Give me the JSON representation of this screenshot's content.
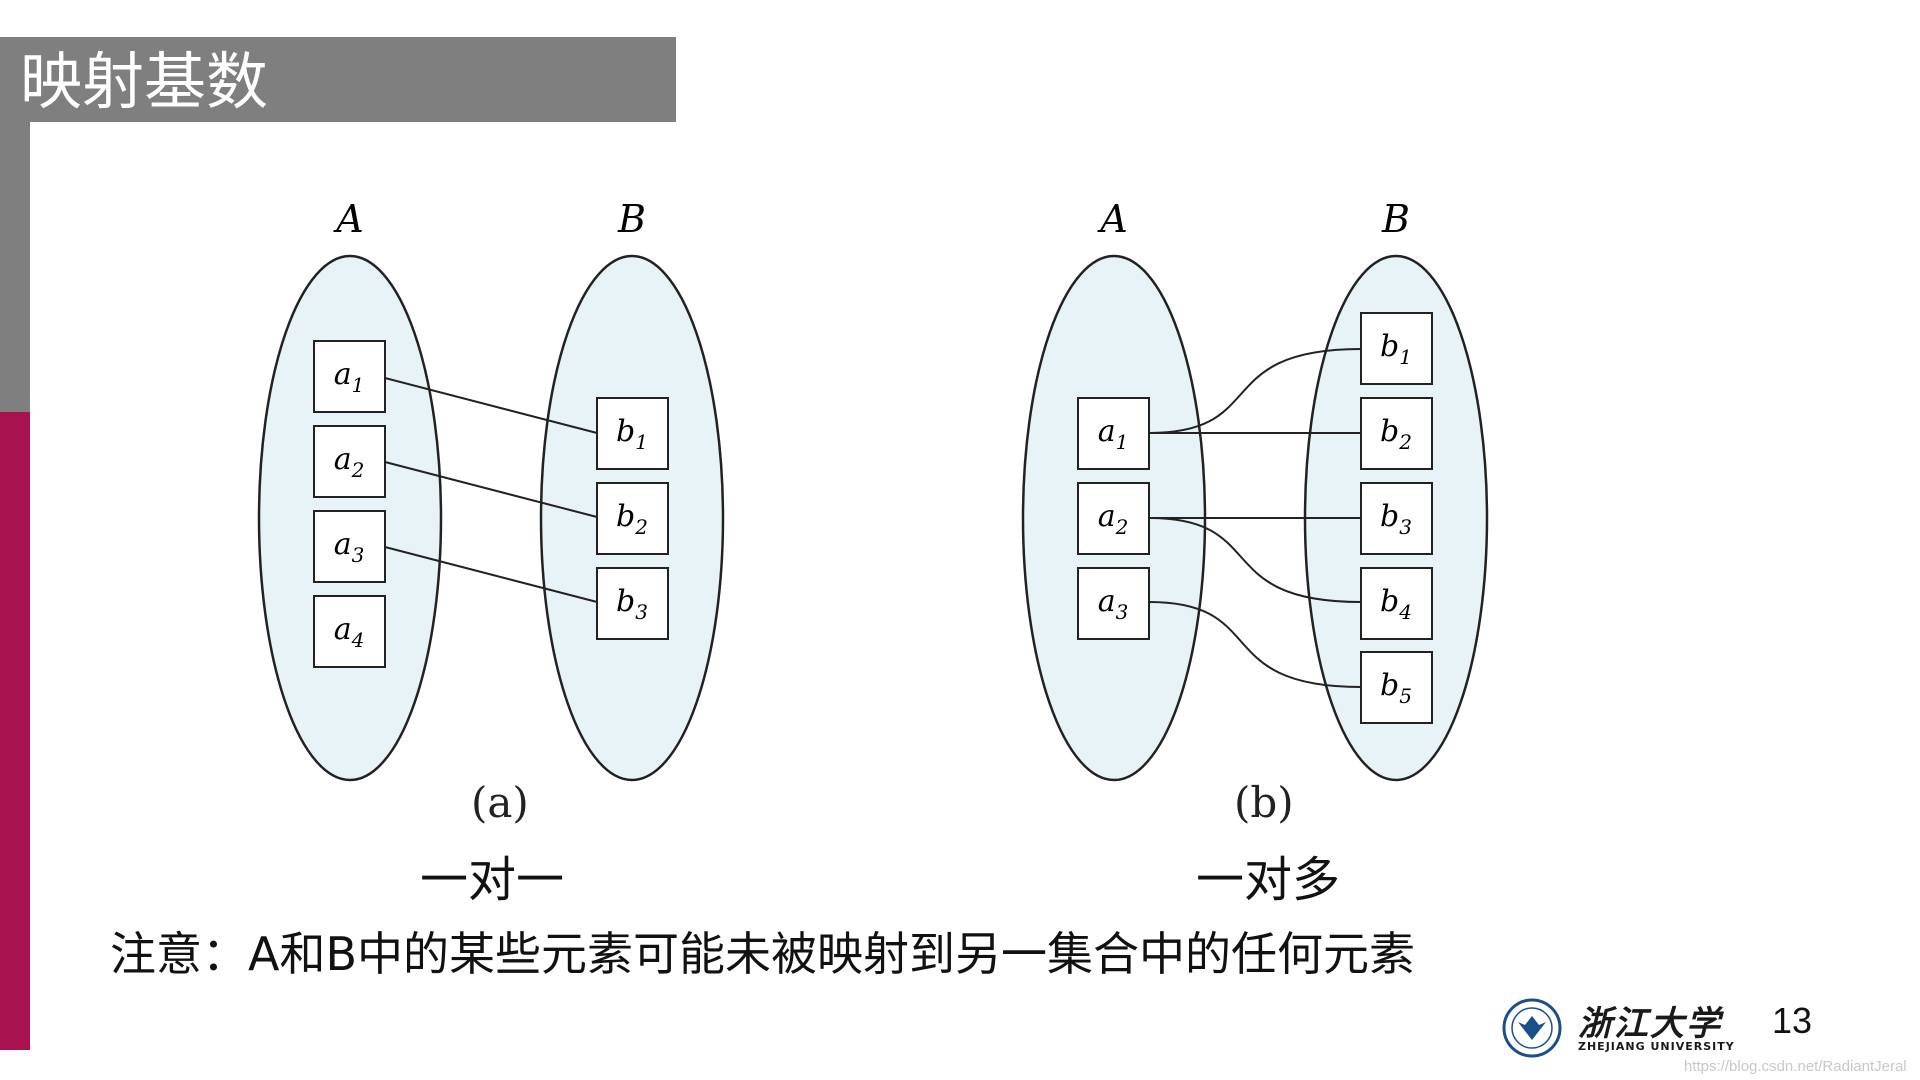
{
  "slide": {
    "title": "映射基数",
    "page_number": "13",
    "watermark": "https://blog.csdn.net/RadiantJeral",
    "note": "注意：A和B中的某些元素可能未被映射到另一集合中的任何元素",
    "colors": {
      "title_bar": "#7f7f7f",
      "side_gray": "#7f7f7f",
      "side_red": "#a8124f",
      "ellipse_fill": "#e8f3f8"
    }
  },
  "logo": {
    "name_cn": "浙江大学",
    "name_en": "ZHEJIANG UNIVERSITY"
  },
  "diagram_a": {
    "set_a_label": "A",
    "set_b_label": "B",
    "a_nodes": [
      {
        "base": "a",
        "sub": "1"
      },
      {
        "base": "a",
        "sub": "2"
      },
      {
        "base": "a",
        "sub": "3"
      },
      {
        "base": "a",
        "sub": "4"
      }
    ],
    "b_nodes": [
      {
        "base": "b",
        "sub": "1"
      },
      {
        "base": "b",
        "sub": "2"
      },
      {
        "base": "b",
        "sub": "3"
      }
    ],
    "edges": [
      [
        "a1",
        "b1"
      ],
      [
        "a2",
        "b2"
      ],
      [
        "a3",
        "b3"
      ]
    ],
    "caption": "(a)",
    "subtitle": "一对一"
  },
  "diagram_b": {
    "set_a_label": "A",
    "set_b_label": "B",
    "a_nodes": [
      {
        "base": "a",
        "sub": "1"
      },
      {
        "base": "a",
        "sub": "2"
      },
      {
        "base": "a",
        "sub": "3"
      }
    ],
    "b_nodes": [
      {
        "base": "b",
        "sub": "1"
      },
      {
        "base": "b",
        "sub": "2"
      },
      {
        "base": "b",
        "sub": "3"
      },
      {
        "base": "b",
        "sub": "4"
      },
      {
        "base": "b",
        "sub": "5"
      }
    ],
    "edges": [
      [
        "a1",
        "b1"
      ],
      [
        "a1",
        "b2"
      ],
      [
        "a2",
        "b3"
      ],
      [
        "a2",
        "b4"
      ],
      [
        "a3",
        "b5"
      ]
    ],
    "caption": "(b)",
    "subtitle": "一对多"
  }
}
